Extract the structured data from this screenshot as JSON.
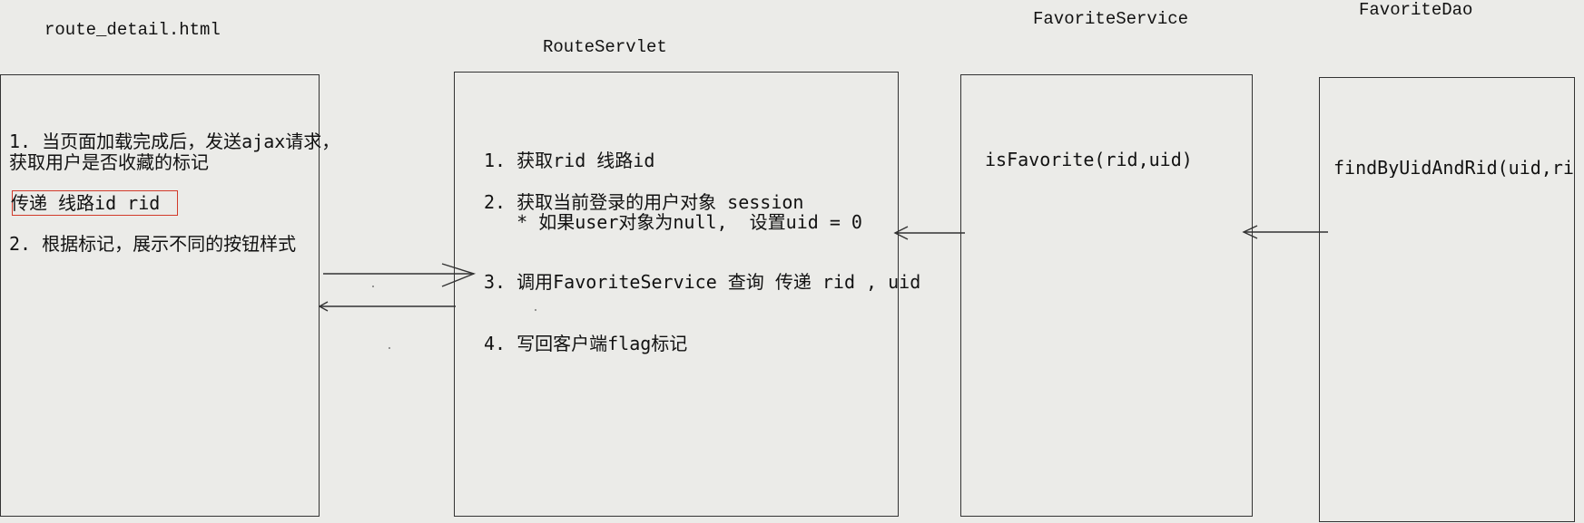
{
  "titles": {
    "route_detail": "route_detail.html",
    "route_servlet": "RouteServlet",
    "favorite_service": "FavoriteService",
    "favorite_dao": "FavoriteDao"
  },
  "route_detail": {
    "step1_line1": "1. 当页面加载完成后，发送ajax请求，",
    "step1_line2": "获取用户是否收藏的标记",
    "pass_param": "传递 线路id  rid",
    "step2": "2. 根据标记，展示不同的按钮样式"
  },
  "route_servlet": {
    "step1": "1. 获取rid 线路id",
    "step2_line1": "2. 获取当前登录的用户对象 session",
    "step2_line2": "   * 如果user对象为null,  设置uid = 0",
    "step3": "3. 调用FavoriteService 查询  传递 rid , uid",
    "step4": "4. 写回客户端flag标记"
  },
  "favorite_service": {
    "method": "isFavorite(rid,uid)"
  },
  "favorite_dao": {
    "method": "findByUidAndRid(uid,rid)"
  },
  "colors": {
    "background": "#ebebe8",
    "box_border": "#333333",
    "highlight_border": "#d23a2a"
  }
}
